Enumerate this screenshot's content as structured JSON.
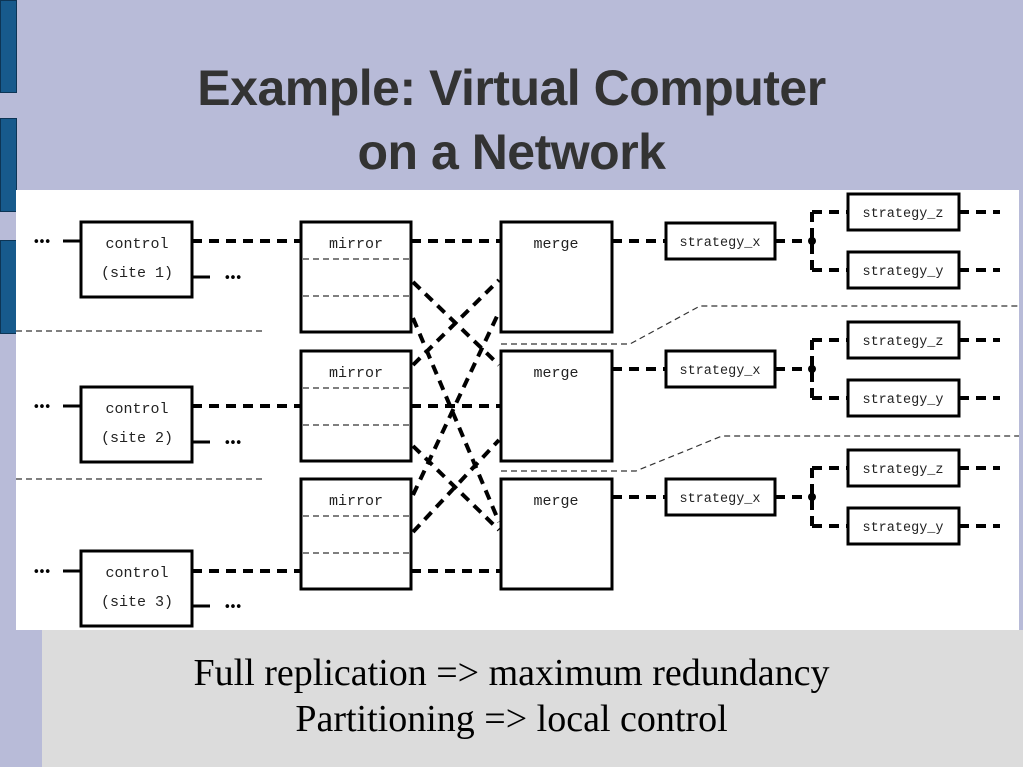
{
  "slide": {
    "title_line1": "Example: Virtual Computer",
    "title_line2": "on a Network",
    "footer_line1": "Full replication => maximum redundancy",
    "footer_line2": "Partitioning => local control",
    "colors": {
      "background": "#b8bbd8",
      "side_tab": "#175a8c",
      "title": "#333333",
      "panel": "#ffffff",
      "footer_panel": "#dcdcdc"
    }
  },
  "diagram": {
    "continuation_glyph": "•••",
    "sites": [
      {
        "control": {
          "line1": "control",
          "line2": "(site 1)"
        },
        "mirror": {
          "label": "mirror"
        },
        "merge": {
          "label": "merge"
        },
        "strategy_x": {
          "label": "strategy_x"
        },
        "strategy_z": {
          "label": "strategy_z"
        },
        "strategy_y": {
          "label": "strategy_y"
        }
      },
      {
        "control": {
          "line1": "control",
          "line2": "(site 2)"
        },
        "mirror": {
          "label": "mirror"
        },
        "merge": {
          "label": "merge"
        },
        "strategy_x": {
          "label": "strategy_x"
        },
        "strategy_z": {
          "label": "strategy_z"
        },
        "strategy_y": {
          "label": "strategy_y"
        }
      },
      {
        "control": {
          "line1": "control",
          "line2": "(site 3)"
        },
        "mirror": {
          "label": "mirror"
        },
        "merge": {
          "label": "merge"
        },
        "strategy_x": {
          "label": "strategy_x"
        },
        "strategy_z": {
          "label": "strategy_z"
        },
        "strategy_y": {
          "label": "strategy_y"
        }
      }
    ]
  }
}
